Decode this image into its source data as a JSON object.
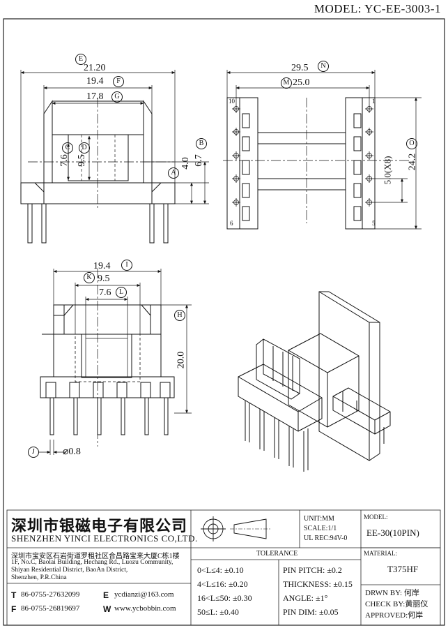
{
  "model_line": "MODEL: YC-EE-3003-1",
  "front_view": {
    "dims": [
      {
        "value": "21.20",
        "circle": "E"
      },
      {
        "value": "19.4",
        "circle": "F"
      },
      {
        "value": "17.8",
        "circle": "G"
      },
      {
        "value": "7.6",
        "circle": "C"
      },
      {
        "value": "9.5",
        "circle": "D"
      },
      {
        "value": "4.0",
        "circle": "A"
      },
      {
        "value": "6.7",
        "circle": "B"
      }
    ]
  },
  "side_view": {
    "dims": [
      {
        "value": "29.5",
        "circle": "N"
      },
      {
        "value": "25.0",
        "circle": "M"
      },
      {
        "value": "5.0(X8)",
        "circle": ""
      },
      {
        "value": "24.2",
        "circle": "O"
      }
    ],
    "pin_labels": [
      "10",
      "1",
      "6",
      "5"
    ]
  },
  "bottom_view": {
    "dims": [
      {
        "value": "19.4",
        "circle": "I"
      },
      {
        "value": "9.5",
        "circle": "K"
      },
      {
        "value": "7.6",
        "circle": "L"
      },
      {
        "value": "20.0",
        "circle": "H"
      },
      {
        "value": "⌀0.8",
        "circle": "J"
      }
    ]
  },
  "title_block": {
    "company_cn": "深圳市银磁电子有限公司",
    "company_en": "SHENZHEN YINCI ELECTRONICS CO,LTD.",
    "address_cn": "深圳市宝安区石岩街道罗租社区合昌路宝来大厦C栋1楼",
    "address_en": [
      "1F, No.C, Baolai Building, Hechang Rd., Luozu Community,",
      "Shiyan Residential District, BaoAn District,",
      "Shenzhen, P.R.China"
    ],
    "contacts": [
      {
        "key": "T",
        "value": "86-0755-27632099"
      },
      {
        "key": "E",
        "value": "ycdianzi@163.com"
      },
      {
        "key": "F",
        "value": "86-0755-26819697"
      },
      {
        "key": "W",
        "value": "www.ycbobbin.com"
      }
    ],
    "unit": "UNIT:MM",
    "scale": "SCALE:1/1",
    "ul_rec": "UL REC:94V-0",
    "tolerance_title": "TOLERANCE",
    "tolerances": [
      "0<L≤4: ±0.10",
      "4<L≤16: ±0.20",
      "16<L≤50: ±0.30",
      "50≤L: ±0.40"
    ],
    "specs": [
      "PIN PITCH: ±0.2",
      "THICKNESS: ±0.15",
      "ANGLE: ±1°",
      "PIN DIM: ±0.05"
    ],
    "model_label": "MODEL:",
    "model_value": "EE-30(10PIN)",
    "material_label": "MATERIAL:",
    "material_value": "T375HF",
    "drawn_by": "DRWN BY: 何岸",
    "check_by": "CHECK BY:黄丽仪",
    "approved": "APPROVED:何岸"
  }
}
